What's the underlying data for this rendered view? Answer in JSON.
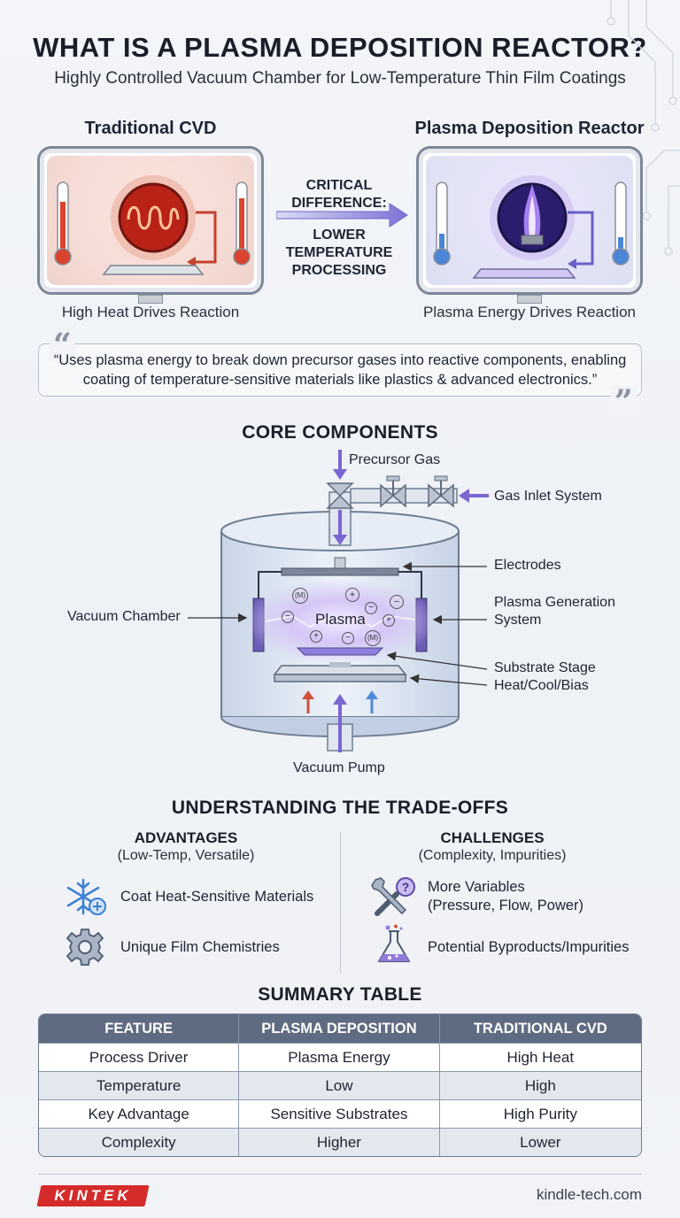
{
  "header": {
    "title": "WHAT IS A PLASMA DEPOSITION REACTOR?",
    "subtitle": "Highly Controlled Vacuum Chamber for Low-Temperature Thin Film Coatings"
  },
  "comparison": {
    "left": {
      "title": "Traditional CVD",
      "caption": "High Heat Drives Reaction"
    },
    "right": {
      "title": "Plasma Deposition Reactor",
      "caption": "Plasma Energy Drives Reaction"
    },
    "difference_lines": [
      "CRITICAL",
      "DIFFERENCE:",
      "LOWER",
      "TEMPERATURE",
      "PROCESSING"
    ]
  },
  "quote": {
    "open_mark": "“",
    "close_mark": "”",
    "line1": "“Uses plasma energy to break down precursor gases into reactive components, enabling",
    "line2": "coating of temperature-sensitive materials like plastics & advanced electronics.”"
  },
  "core": {
    "title": "CORE COMPONENTS",
    "labels": {
      "precursor_gas": "Precursor Gas",
      "gas_inlet": "Gas Inlet System",
      "electrodes": "Electrodes",
      "vacuum_chamber": "Vacuum Chamber",
      "plasma_gen_1": "Plasma Generation",
      "plasma_gen_2": "System",
      "plasma": "Plasma",
      "substrate_1": "Substrate Stage",
      "substrate_2": "Heat/Cool/Bias",
      "vacuum_pump": "Vacuum Pump"
    },
    "particles": [
      "(M)",
      "+",
      "−",
      "−",
      "+",
      "−",
      "(M)",
      "+",
      "−"
    ]
  },
  "tradeoffs": {
    "title": "UNDERSTANDING THE TRADE-OFFS",
    "advantages": {
      "head": "ADVANTAGES",
      "sub": "(Low-Temp, Versatile)",
      "items": [
        "Coat Heat-Sensitive Materials",
        "Unique Film Chemistries"
      ]
    },
    "challenges": {
      "head": "CHALLENGES",
      "sub": "(Complexity, Impurities)",
      "items": [
        {
          "line1": "More Variables",
          "line2": "(Pressure, Flow, Power)"
        },
        {
          "line1": "Potential Byproducts/Impurities"
        }
      ]
    }
  },
  "summary": {
    "title": "SUMMARY TABLE",
    "headers": [
      "FEATURE",
      "PLASMA DEPOSITION",
      "TRADITIONAL CVD"
    ],
    "rows": [
      [
        "Process Driver",
        "Plasma Energy",
        "High Heat"
      ],
      [
        "Temperature",
        "Low",
        "High"
      ],
      [
        "Key Advantage",
        "Sensitive Substrates",
        "High Purity"
      ],
      [
        "Complexity",
        "Higher",
        "Lower"
      ]
    ]
  },
  "footer": {
    "logo": "KINTEK",
    "site": "kindle-tech.com"
  },
  "colors": {
    "heat": "#d23a2a",
    "plasma": "#7a4fd6",
    "table_header": "#5e6b80",
    "logo": "#d62b2b"
  }
}
